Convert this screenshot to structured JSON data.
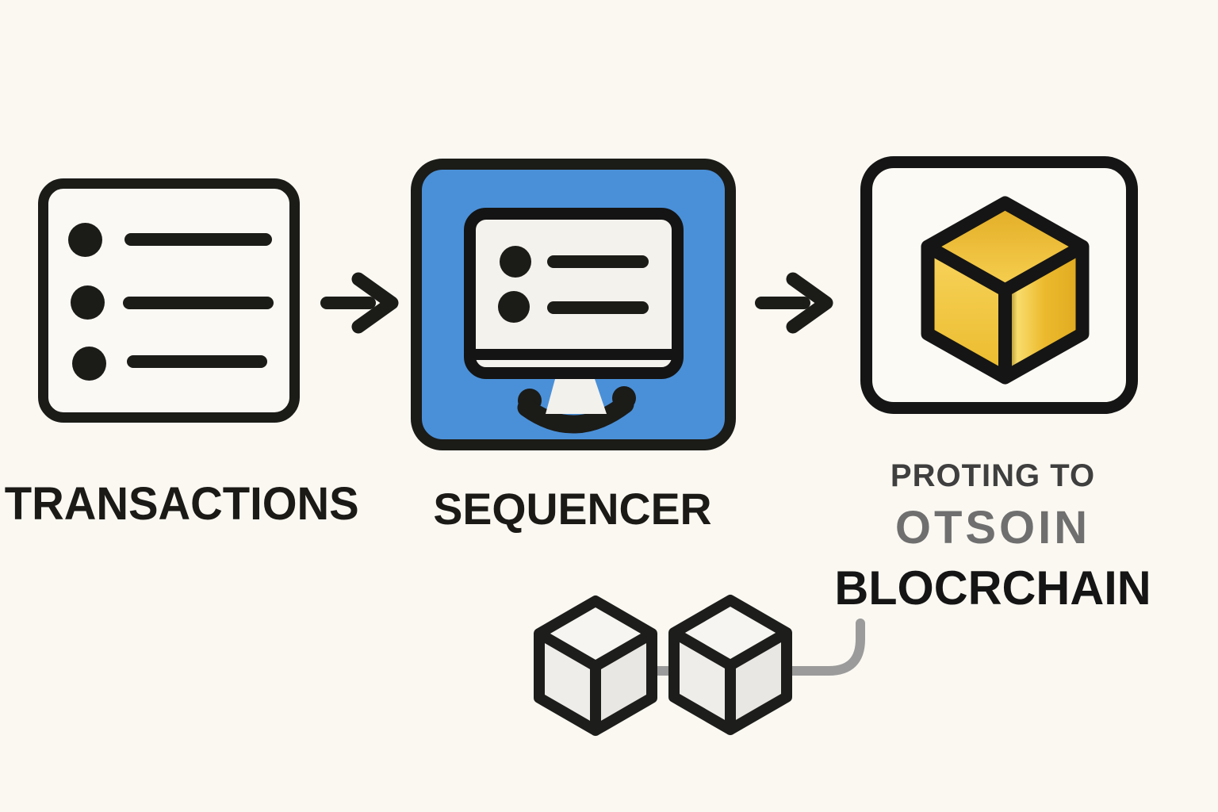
{
  "diagram": {
    "title": "transaction sequencing flow",
    "nodes": {
      "transactions": {
        "label": "TRANSACTIONS",
        "icon": "list-icon",
        "list_rows": 3
      },
      "sequencer": {
        "label": "SEQUENCER",
        "icon": "monitor-icon",
        "screen_rows": 2
      },
      "posting": {
        "label_lines": [
          "PROTING TO",
          "OTSOIN",
          "BLOCRCHAIN"
        ],
        "icon": "gold-cube-icon"
      }
    },
    "connectors": {
      "arrow_count": 2,
      "arrow_icon": "arrow-right-icon",
      "chain": {
        "icon": "linked-cubes-icon",
        "cube_count": 2
      }
    },
    "colors": {
      "background": "#faf8f1",
      "ink": "#1b1b18",
      "sequencer_blue": "#4a90d8",
      "screen_fill": "#f4f2ec",
      "gold_top": "#f2c63e",
      "gold_left": "#f0c53a",
      "gold_right": "#e2ab22",
      "chain_link_gray": "#9b9b9b",
      "white_cube_face": "#f3f2ee",
      "posting_line1_color": "#3f3f3f",
      "posting_line2_color": "#6f6f6f",
      "posting_line3_color": "#151515"
    }
  }
}
